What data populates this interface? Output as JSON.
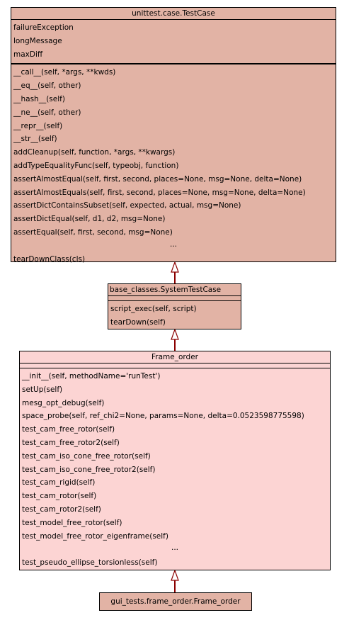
{
  "classes": {
    "testcase": {
      "name": "unittest.case.TestCase",
      "attributes": [
        "failureException",
        "longMessage",
        "maxDiff"
      ],
      "methods": [
        "__call__(self, *args, **kwds)",
        "__eq__(self, other)",
        "__hash__(self)",
        "__ne__(self, other)",
        "__repr__(self)",
        "__str__(self)",
        "addCleanup(self, function, *args, **kwargs)",
        "addTypeEqualityFunc(self, typeobj, function)",
        "assertAlmostEqual(self, first, second, places=None, msg=None, delta=None)",
        "assertAlmostEquals(self, first, second, places=None, msg=None, delta=None)",
        "assertDictContainsSubset(self, expected, actual, msg=None)",
        "assertDictEqual(self, d1, d2, msg=None)",
        "assertEqual(self, first, second, msg=None)"
      ],
      "ellipsis": "...",
      "last_method": "tearDownClass(cls)"
    },
    "system": {
      "name": "base_classes.SystemTestCase",
      "methods": [
        "script_exec(self, script)",
        "tearDown(self)"
      ]
    },
    "frame": {
      "name": "Frame_order",
      "methods": [
        "__init__(self, methodName='runTest')",
        "setUp(self)",
        "mesg_opt_debug(self)",
        "space_probe(self, ref_chi2=None, params=None, delta=0.0523598775598)",
        "test_cam_free_rotor(self)",
        "test_cam_free_rotor2(self)",
        "test_cam_iso_cone_free_rotor(self)",
        "test_cam_iso_cone_free_rotor2(self)",
        "test_cam_rigid(self)",
        "test_cam_rotor(self)",
        "test_cam_rotor2(self)",
        "test_model_free_rotor(self)",
        "test_model_free_rotor_eigenframe(self)"
      ],
      "ellipsis": "...",
      "last_method": "test_pseudo_ellipse_torsionless(self)"
    },
    "gui": {
      "name": "gui_tests.frame_order.Frame_order"
    }
  },
  "colors": {
    "base_fill": "#e2b3a5",
    "frame_fill": "#fcd4d3",
    "arrow": "#8b0000"
  }
}
